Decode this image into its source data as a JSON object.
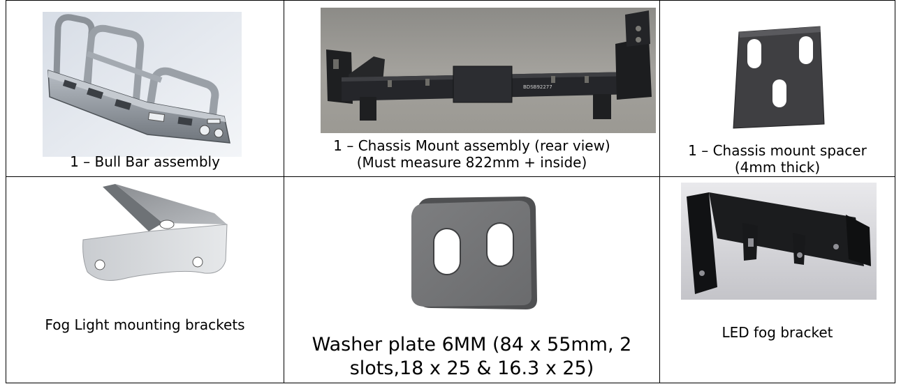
{
  "row1": {
    "bullbar_caption": "1 – Bull Bar assembly",
    "chassis_caption_line1": "1 – Chassis Mount assembly (rear view)",
    "chassis_caption_line2": "(Must measure 822mm + inside)",
    "chassis_plate_text": "BDSB92277",
    "spacer_caption_line1": "1 – Chassis mount spacer",
    "spacer_caption_line2": "(4mm thick)"
  },
  "row2": {
    "foglight_caption": "Fog Light mounting brackets",
    "washer_caption_line1": "Washer plate 6MM (84 x 55mm, 2",
    "washer_caption_line2": "slots,18 x 25 & 16.3 x 25)",
    "led_caption": "LED fog bracket"
  }
}
